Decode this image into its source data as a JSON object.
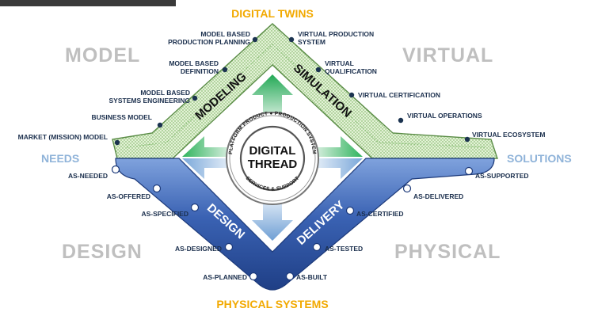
{
  "titles": {
    "top": "DIGITAL TWINS",
    "bottom": "PHYSICAL SYSTEMS",
    "left": "NEEDS",
    "right": "SOLUTIONS"
  },
  "quadrants": {
    "top_left": "MODEL",
    "top_right": "VIRTUAL",
    "bottom_left": "DESIGN",
    "bottom_right": "PHYSICAL"
  },
  "bands": {
    "modeling": "MODELING",
    "simulation": "SIMULATION",
    "design": "DESIGN",
    "delivery": "DELIVERY"
  },
  "core": {
    "line1": "DIGITAL",
    "line2": "THREAD",
    "ring_top": "PLATFORM PRODUCT ● PRODUCTION SYSTEM",
    "ring_bottom": "SERVICES & SUPPORT"
  },
  "top_left_labels": [
    {
      "line1": "MODEL BASED",
      "line2": "PRODUCTION PLANNING"
    },
    {
      "line1": "MODEL BASED",
      "line2": "DEFINITION"
    },
    {
      "line1": "MODEL BASED",
      "line2": "SYSTEMS ENGINEERING"
    },
    {
      "line1": "BUSINESS MODEL",
      "line2": ""
    },
    {
      "line1": "MARKET (MISSION) MODEL",
      "line2": ""
    }
  ],
  "top_right_labels": [
    {
      "line1": "VIRTUAL PRODUCTION",
      "line2": "SYSTEM"
    },
    {
      "line1": "VIRTUAL",
      "line2": "QUALIFICATION"
    },
    {
      "line1": "VIRTUAL CERTIFICATION",
      "line2": ""
    },
    {
      "line1": "VIRTUAL OPERATIONS",
      "line2": ""
    },
    {
      "line1": "VIRTUAL ECOSYSTEM",
      "line2": ""
    }
  ],
  "bottom_left_labels": [
    "AS-NEEDED",
    "AS-OFFERED",
    "AS-SPECIFIED",
    "AS-DESIGNED",
    "AS-PLANNED"
  ],
  "bottom_right_labels": [
    "AS-SUPPORTED",
    "AS-DELIVERED",
    "AS-CERTIFIED",
    "AS-TESTED",
    "AS-BUILT"
  ],
  "colors": {
    "band_top_fill": "#dff0cf",
    "band_top_dots": "#6aa84f",
    "band_bottom_fill": "#3a62b3",
    "arrow_green": "#2fb35d",
    "arrow_blue": "#8fb7e0",
    "label_text": "#1b2f4d",
    "title_gold": "#f2a900",
    "side_blue": "#8fb3d9",
    "quadrant_gray": "#bfbfbf"
  }
}
